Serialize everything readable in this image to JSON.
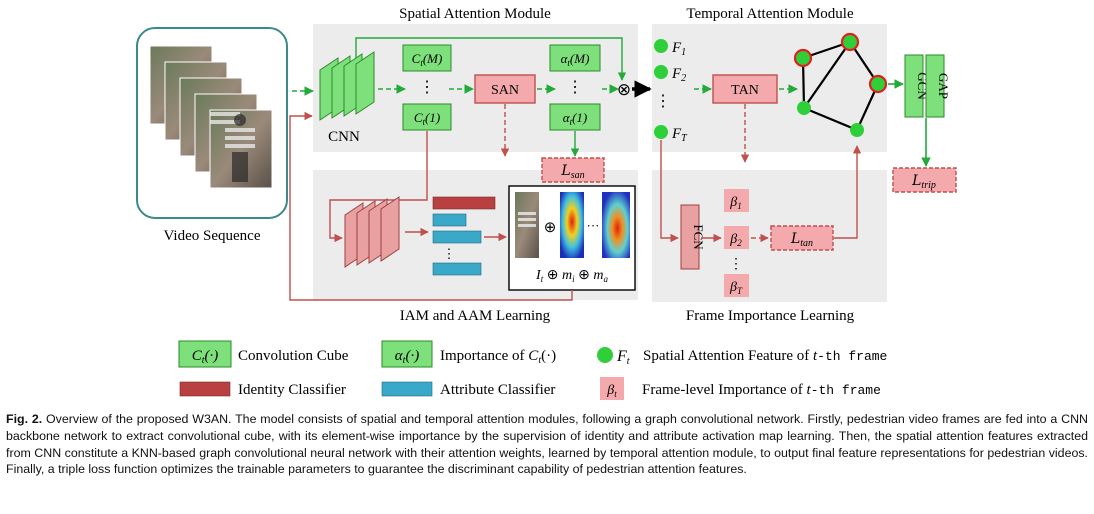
{
  "modules": {
    "spatial": "Spatial Attention Module",
    "temporal": "Temporal Attention Module",
    "iam": "IAM and AAM Learning",
    "frame": "Frame Importance Learning"
  },
  "input": {
    "label": "Video Sequence"
  },
  "blocks": {
    "cnn": "CNN",
    "san": "SAN",
    "tan": "TAN",
    "fcn": "FCN",
    "gcn": "GCN",
    "gap": "GAP"
  },
  "symbols": {
    "c_m": "C",
    "c_m_arg": "(M)",
    "c_1": "C",
    "c_1_arg": "(1)",
    "a_m": "α",
    "a_m_arg": "(M)",
    "a_1": "α",
    "a_1_arg": "(1)",
    "sub_t": "t",
    "f1": "F",
    "f1_sub": "1",
    "f2": "F",
    "f2_sub": "2",
    "ft": "F",
    "ft_sub": "T",
    "b1": "β",
    "b1_sub": "1",
    "b2": "β",
    "b2_sub": "2",
    "bt": "β",
    "bt_sub": "T",
    "loss_san": "L",
    "loss_san_sub": "san",
    "loss_tan": "L",
    "loss_tan_sub": "tan",
    "loss_trip": "L",
    "loss_trip_sub": "trip",
    "dots": "⋮",
    "otimes": "⊗",
    "oplus": "⊕",
    "hdots": "···",
    "eq_I": "I",
    "eq_m": "m",
    "eq_i": "i",
    "eq_a": "a"
  },
  "legend": {
    "conv_cube": "Convolution Cube",
    "conv_sym": "C",
    "conv_arg": "(·)",
    "importance": "Importance of ",
    "imp_sym": "α",
    "imp_arg": "(·)",
    "feature": "Spatial Attention Feature of ",
    "feature_sym": "F",
    "t_th": "t",
    "th": "-th frame",
    "identity": "Identity Classifier",
    "attribute": "Attribute Classifier",
    "frame_imp": "Frame-level Importance of ",
    "frame_th": "-th  frame",
    "beta_sym": "β"
  },
  "caption": {
    "label": "Fig. 2.",
    "text": " Overview of the proposed W3AN. The model consists of spatial and temporal attention modules, following a graph convolutional network. Firstly, pedestrian video frames are fed into a CNN backbone network to extract convolutional cube, with its element-wise importance by the supervision of identity and attribute activation map learning. Then, the spatial attention features extracted from CNN constitute a KNN-based graph convolutional neural network with their attention weights, learned by temporal attention module, to output final feature representations for pedestrian videos. Finally, a triple loss function optimizes the trainable parameters to guarantee the discriminant capability of pedestrian attention features."
  },
  "colors": {
    "green_fill": "#7ee07a",
    "green_dot": "#2fcf3a",
    "green_line": "#22aa3a",
    "red_fill": "#f4a9ad",
    "red_line": "#c0504d",
    "red_dark": "#b23a36",
    "dark_red_bar": "#b84040",
    "blue_bar": "#3aa8c8",
    "panel": "#ececec",
    "video_border": "#3c8a8a"
  }
}
